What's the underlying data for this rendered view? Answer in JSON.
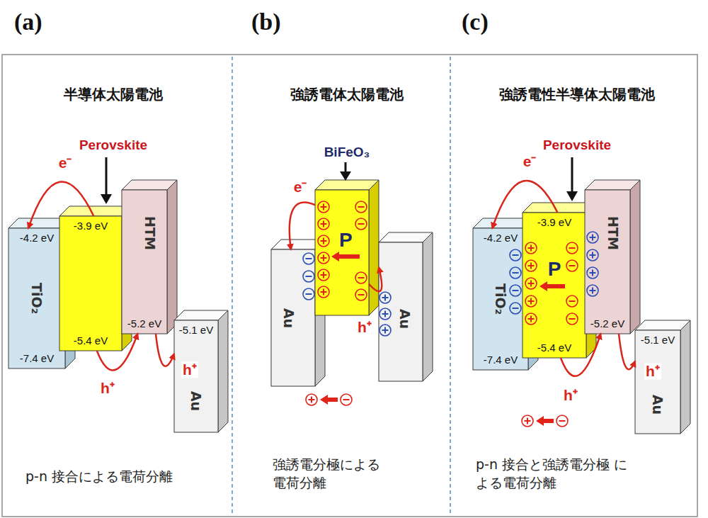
{
  "diagram": {
    "nodes": [
      {
        "text": [
          "-4.2 eV",
          "TiO₂",
          "-7.4 eV"
        ]
      },
      {
        "text": [
          "-3.9 eV",
          "-5.4 eV"
        ]
      },
      {
        "text": [
          "HTM",
          "-5.2 eV"
        ]
      },
      {
        "text": [
          "-5.1 eV",
          "Au"
        ]
      },
      {
        "text": [
          "P"
        ]
      },
      {
        "text": [
          "Au"
        ]
      },
      {
        "text": [
          "Au"
        ]
      },
      {
        "text": [
          "-4.2 eV",
          "TiO₂",
          "-7.4 eV"
        ]
      },
      {
        "text": [
          "-3.9 eV",
          "P",
          "-5.4 eV"
        ]
      },
      {
        "text": [
          "HTM",
          "-5.2 eV"
        ]
      },
      {
        "text": [
          "-5.1 eV",
          "Au"
        ]
      }
    ],
    "edges": [
      {
        "from": 1,
        "to": 0,
        "arrow": "to",
        "label": "e⁻"
      },
      {
        "from": 1,
        "to": 2,
        "arrow": "to",
        "label": "h⁺"
      },
      {
        "from": 2,
        "to": 3,
        "arrow": "to",
        "label": "h⁺"
      },
      {
        "from": 4,
        "to": 5,
        "arrow": "to",
        "label": "e⁻"
      },
      {
        "from": 4,
        "to": 6,
        "arrow": "to",
        "label": "h⁺"
      },
      {
        "from": 8,
        "to": 7,
        "arrow": "to",
        "label": "e⁻"
      },
      {
        "from": 8,
        "to": 9,
        "arrow": "to",
        "label": "h⁺"
      },
      {
        "from": 9,
        "to": 10,
        "arrow": "to",
        "label": "h⁺"
      }
    ],
    "labels": [
      "(a)",
      "(b)",
      "(c)",
      "半導体太陽電池",
      "強誘電体太陽電池",
      "強誘電性半導体太陽電池",
      "Perovskite",
      "BiFeO₃",
      "Perovskite",
      "p-n 接合による電荷分離",
      "強誘電分極による 電荷分離",
      "p-n 接合と強誘電分極 による電荷分離"
    ]
  }
}
